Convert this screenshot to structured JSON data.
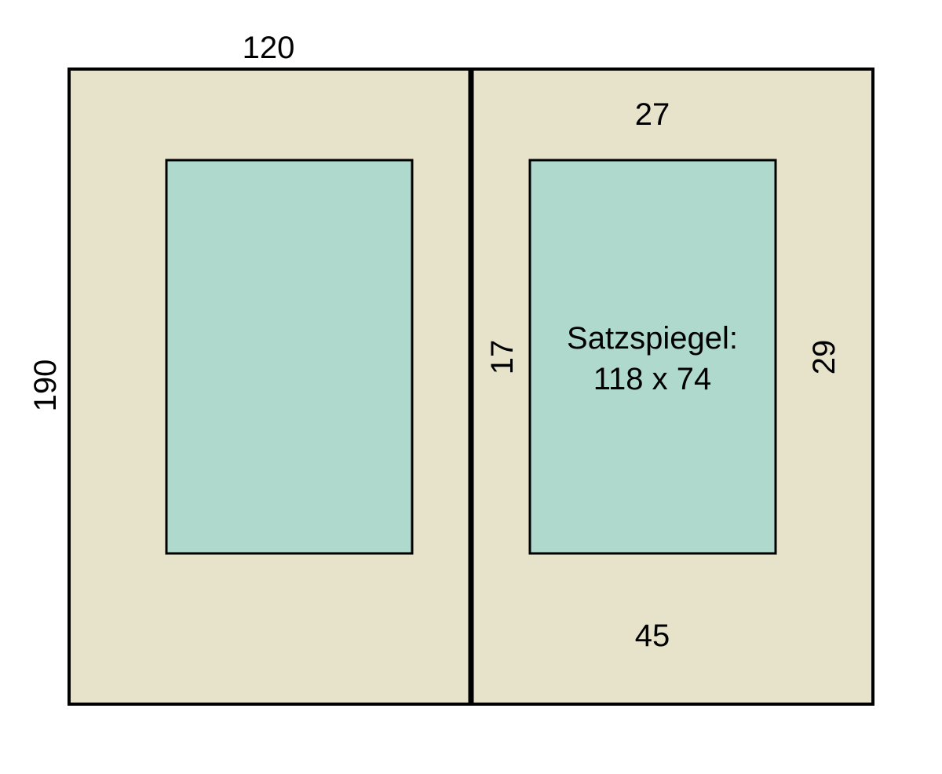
{
  "diagram": {
    "page_width_label": "120",
    "page_height_label": "190",
    "top_margin_label": "27",
    "inner_margin_label": "17",
    "outer_margin_label": "29",
    "bottom_margin_label": "45",
    "text_area_title": "Satzspiegel:",
    "text_area_size": "118 x 74"
  },
  "colors": {
    "page_fill": "#e6e3ca",
    "text_area_fill": "#b0d9cd",
    "stroke": "#000000"
  }
}
